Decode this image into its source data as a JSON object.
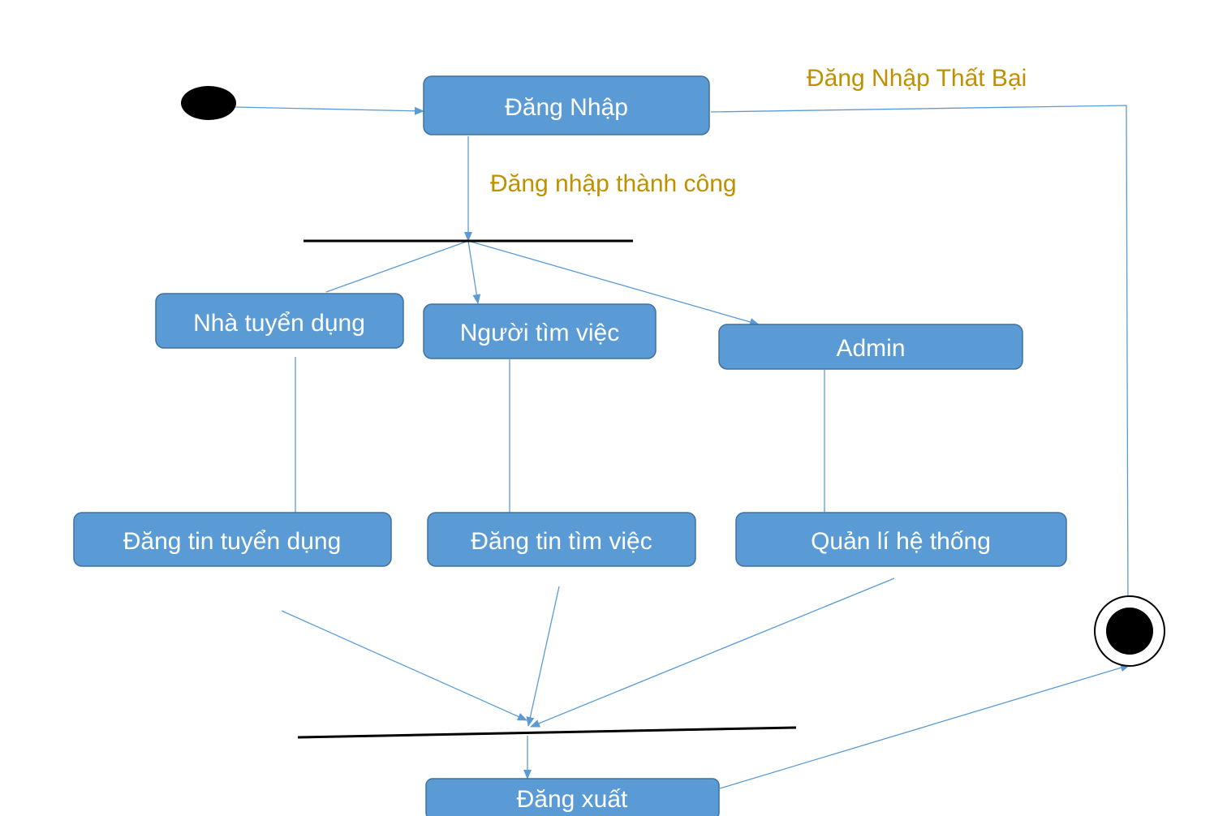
{
  "colors": {
    "node_fill": "#5b9bd5",
    "node_border": "#41719c",
    "node_text": "#ffffff",
    "guard_text": "#bf9000",
    "flow": "#5b9bd5",
    "bar": "#000000"
  },
  "nodes": {
    "login": "Đăng Nhập",
    "recruiter": "Nhà tuyển dụng",
    "job_seeker": "Người tìm việc",
    "admin": "Admin",
    "post_recruitment": "Đăng tin tuyển dụng",
    "post_job_search": "Đăng tin tìm việc",
    "system_management": "Quản lí hệ thống",
    "logout": "Đăng xuất"
  },
  "guards": {
    "login_failed": "Đăng Nhập Thất Bại",
    "login_success": "Đăng nhập thành công"
  },
  "transitions": [
    {
      "from": "start",
      "to": "login"
    },
    {
      "from": "login",
      "to": "end",
      "guard": "login_failed"
    },
    {
      "from": "login",
      "to": "fork",
      "guard": "login_success"
    },
    {
      "from": "fork",
      "to": "recruiter"
    },
    {
      "from": "fork",
      "to": "job_seeker"
    },
    {
      "from": "fork",
      "to": "admin"
    },
    {
      "from": "recruiter",
      "to": "post_recruitment"
    },
    {
      "from": "job_seeker",
      "to": "post_job_search"
    },
    {
      "from": "admin",
      "to": "system_management"
    },
    {
      "from": "post_recruitment",
      "to": "join"
    },
    {
      "from": "post_job_search",
      "to": "join"
    },
    {
      "from": "system_management",
      "to": "join"
    },
    {
      "from": "join",
      "to": "logout"
    },
    {
      "from": "logout",
      "to": "end"
    }
  ]
}
